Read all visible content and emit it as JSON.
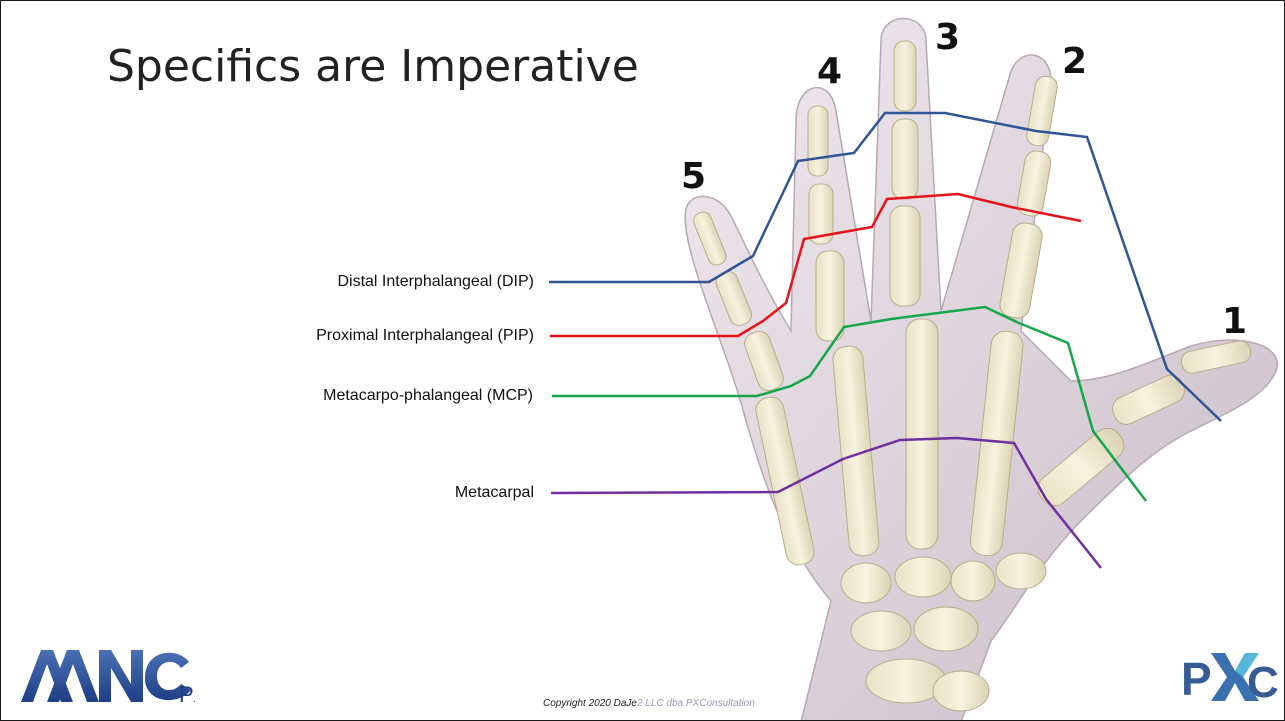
{
  "slide": {
    "title": "Specifics are Imperative",
    "finger_numbers": [
      "1",
      "2",
      "3",
      "4",
      "5"
    ],
    "joint_labels": {
      "dip": "Distal Interphalangeal (DIP)",
      "pip": "Proximal Interphalangeal (PIP)",
      "mcp": "Metacarpo-phalangeal (MCP)",
      "metacarpal": "Metacarpal"
    },
    "line_colors": {
      "dip": "#2f5597",
      "pip": "#e8141b",
      "mcp": "#14a84b",
      "metacarpal": "#7030a0"
    },
    "copyright": {
      "main": "Copyright 2020 DaJe",
      "faded": "2 LLC dba PXConsultation"
    },
    "logos": {
      "left": "AANCP",
      "right": "PXC"
    }
  }
}
